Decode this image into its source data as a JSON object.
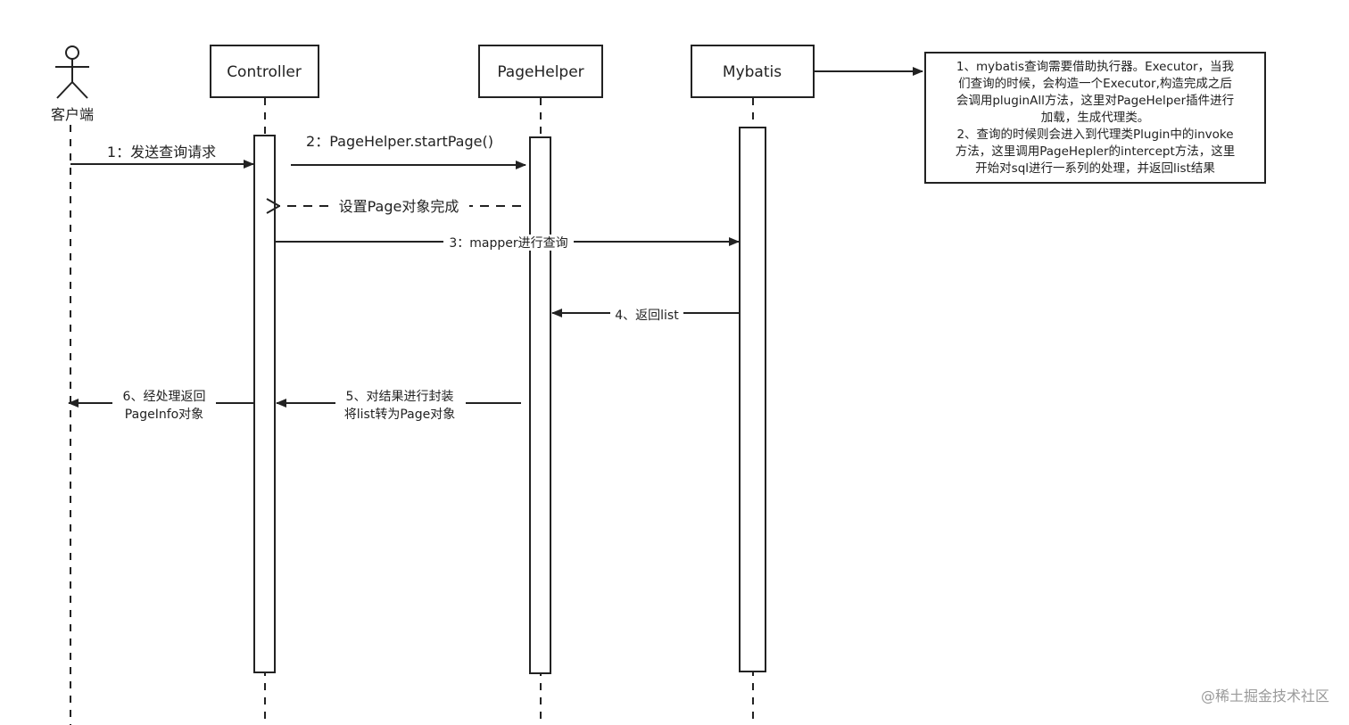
{
  "actors": {
    "client": "客户端",
    "controller": "Controller",
    "pagehelper": "PageHelper",
    "mybatis": "Mybatis"
  },
  "messages": {
    "m1": "1：发送查询请求",
    "m2": "2：PageHelper.startPage()",
    "m2_return": "设置Page对象完成",
    "m3": "3：mapper进行查询",
    "m4": "4、返回list",
    "m5_line1": "5、对结果进行封装",
    "m5_line2": "将list转为Page对象",
    "m6_line1": "6、经处理返回",
    "m6_line2": "PageInfo对象"
  },
  "note": {
    "lines": [
      "1、mybatis查询需要借助执行器。Executor，当我",
      "们查询的时候，会构造一个Executor,构造完成之后",
      "会调用pluginAll方法，这里对PageHelper插件进行",
      "加载，生成代理类。",
      "2、查询的时候则会进入到代理类Plugin中的invoke",
      "方法，这里调用PageHepler的intercept方法，这里",
      "开始对sql进行一系列的处理，并返回list结果"
    ]
  },
  "watermark": "@稀土掘金技术社区"
}
